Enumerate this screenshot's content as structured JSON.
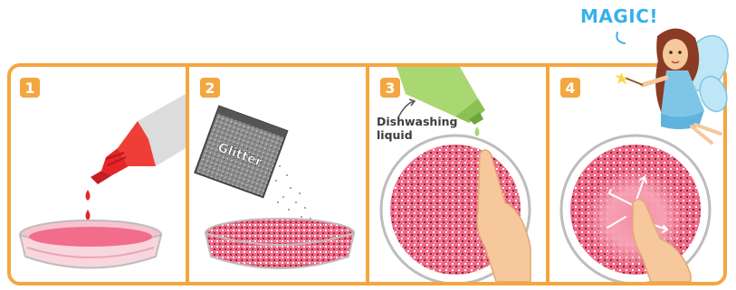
{
  "steps": [
    {
      "number": "1"
    },
    {
      "number": "2"
    },
    {
      "number": "3"
    },
    {
      "number": "4"
    }
  ],
  "packet_label": "Glitter",
  "dishwashing_label_line1": "Dishwashing",
  "dishwashing_label_line2": "liquid",
  "magic_label": "MAGIC!",
  "colors": {
    "frame": "#f4a640",
    "milk_pink": "#f26d8b",
    "dropper_red": "#e52528",
    "soap_green": "#a9d771",
    "magic_blue": "#38b0ec"
  },
  "icons": [
    "red-food-coloring-bottle-icon",
    "glitter-packet-icon",
    "soap-bottle-icon",
    "fairy-icon",
    "pointing-finger-icon"
  ]
}
